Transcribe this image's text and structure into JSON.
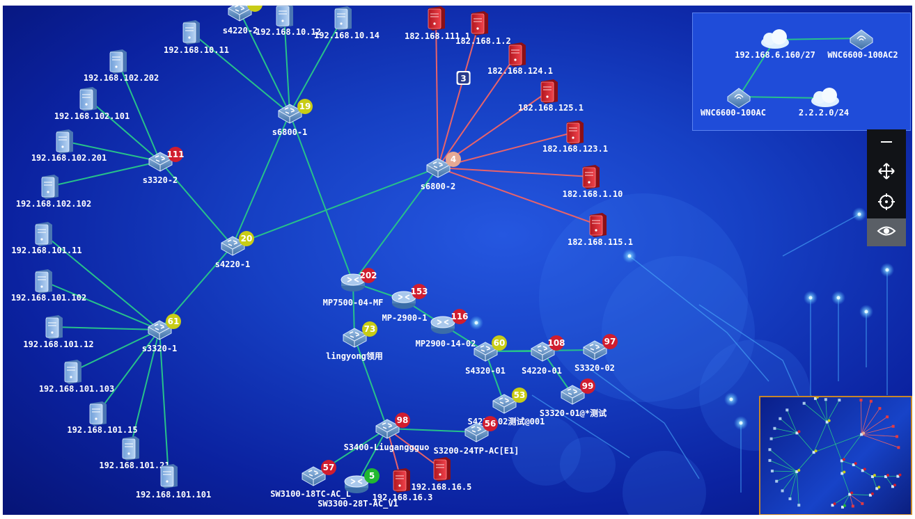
{
  "colors": {
    "link_normal": "#27c18a",
    "link_alarm": "#e8636a",
    "badge_red": "#d01d2f",
    "badge_yellow": "#c8cc16",
    "badge_green": "#21b830",
    "badge_peach": "#e6a994"
  },
  "nodes": [
    {
      "id": "s6800-1",
      "label": "s6800-1",
      "type": "switch",
      "badge": {
        "value": "19",
        "color": "yellow"
      }
    },
    {
      "id": "s6800-2",
      "label": "s6800-2",
      "type": "switch",
      "badge": {
        "value": "4",
        "color": "peach"
      }
    },
    {
      "id": "s4220-1",
      "label": "s4220-1",
      "type": "switch",
      "badge": {
        "value": "20",
        "color": "yellow"
      }
    },
    {
      "id": "s4220-2",
      "label": "s4220-2",
      "type": "switch",
      "badge": {
        "value": "",
        "color": "yellow"
      }
    },
    {
      "id": "s3320-2",
      "label": "s3320-2",
      "type": "switch",
      "badge": {
        "value": "111",
        "color": "red"
      }
    },
    {
      "id": "s3320-1",
      "label": "s3320-1",
      "type": "switch",
      "badge": {
        "value": "61",
        "color": "yellow"
      }
    },
    {
      "id": "mp7500",
      "label": "MP7500-04-MF",
      "type": "router",
      "badge": {
        "value": "202",
        "color": "red"
      }
    },
    {
      "id": "mp2900-1",
      "label": "MP-2900-1",
      "type": "router",
      "badge": {
        "value": "153",
        "color": "red"
      }
    },
    {
      "id": "mp2900-14",
      "label": "MP2900-14-02",
      "type": "router",
      "badge": {
        "value": "116",
        "color": "red"
      }
    },
    {
      "id": "lingyong",
      "label": "lingyong领用",
      "type": "switch",
      "badge": {
        "value": "73",
        "color": "yellow"
      }
    },
    {
      "id": "s4320-01",
      "label": "S4320-01",
      "type": "switch",
      "badge": {
        "value": "60",
        "color": "yellow"
      }
    },
    {
      "id": "S4220-01",
      "label": "S4220-01",
      "type": "switch",
      "badge": {
        "value": "108",
        "color": "red"
      }
    },
    {
      "id": "s3320-02",
      "label": "S3320-02",
      "type": "switch",
      "badge": {
        "value": "97",
        "color": "red"
      }
    },
    {
      "id": "s3320-01",
      "label": "S3320-01@*测试",
      "type": "switch",
      "badge": {
        "value": "99",
        "color": "red"
      }
    },
    {
      "id": "s4220-02",
      "label": "S4220-02测试@001",
      "type": "switch",
      "badge": {
        "value": "53",
        "color": "yellow"
      }
    },
    {
      "id": "s3400",
      "label": "S3400-Liuganggguo",
      "type": "switch",
      "badge": {
        "value": "98",
        "color": "red"
      }
    },
    {
      "id": "s3200",
      "label": "S3200-24TP-AC[E1]",
      "type": "switch",
      "badge": {
        "value": "56",
        "color": "red"
      }
    },
    {
      "id": "sw3100",
      "label": "SW3100-18TC-AC_L",
      "type": "switch",
      "badge": {
        "value": "57",
        "color": "red"
      }
    },
    {
      "id": "sw3300",
      "label": "SW3300-28T-AC_V1",
      "type": "router",
      "badge": {
        "value": "5",
        "color": "green"
      }
    },
    {
      "id": "srv-16-3",
      "label": "192.168.16.3",
      "type": "server-red"
    },
    {
      "id": "srv-16-5",
      "label": "192.168.16.5",
      "type": "server-red"
    },
    {
      "id": "srv-111-1",
      "label": "182.168.111.1",
      "type": "server-red"
    },
    {
      "id": "srv-1-2",
      "label": "182.168.1.2",
      "type": "server-red"
    },
    {
      "id": "srv-124-1",
      "label": "182.168.124.1",
      "type": "server-red"
    },
    {
      "id": "srv-125-1",
      "label": "182.168.125.1",
      "type": "server-red"
    },
    {
      "id": "srv-123-1",
      "label": "182.168.123.1",
      "type": "server-red"
    },
    {
      "id": "srv-1-10",
      "label": "182.168.1.10",
      "type": "server-red"
    },
    {
      "id": "srv-115-1",
      "label": "182.168.115.1",
      "type": "server-red"
    },
    {
      "id": "srv-10-11",
      "label": "192.168.10.11",
      "type": "server-blue"
    },
    {
      "id": "srv-10-12",
      "label": "192.168.10.12",
      "type": "server-blue"
    },
    {
      "id": "srv-10-14",
      "label": "192.168.10.14",
      "type": "server-blue"
    },
    {
      "id": "srv-102-202",
      "label": "192.168.102.202",
      "type": "server-blue"
    },
    {
      "id": "srv-102-101",
      "label": "192.168.102.101",
      "type": "server-blue"
    },
    {
      "id": "srv-102-201",
      "label": "192.168.102.201",
      "type": "server-blue"
    },
    {
      "id": "srv-102-102",
      "label": "192.168.102.102",
      "type": "server-blue"
    },
    {
      "id": "srv-101-11",
      "label": "192.168.101.11",
      "type": "server-blue"
    },
    {
      "id": "srv-101-102",
      "label": "192.168.101.102",
      "type": "server-blue"
    },
    {
      "id": "srv-101-12",
      "label": "192.168.101.12",
      "type": "server-blue"
    },
    {
      "id": "srv-101-103",
      "label": "192.168.101.103",
      "type": "server-blue"
    },
    {
      "id": "srv-101-15",
      "label": "192.168.101.15",
      "type": "server-blue"
    },
    {
      "id": "srv-101-21",
      "label": "192.168.101.21",
      "type": "server-blue"
    },
    {
      "id": "srv-101-101",
      "label": "192.168.101.101",
      "type": "server-blue"
    }
  ],
  "links": [
    {
      "from": "s6800-1",
      "to": "s4220-2",
      "status": "normal"
    },
    {
      "from": "s6800-1",
      "to": "srv-10-11",
      "status": "normal"
    },
    {
      "from": "s6800-1",
      "to": "srv-10-12",
      "status": "normal"
    },
    {
      "from": "s6800-1",
      "to": "srv-10-14",
      "status": "normal"
    },
    {
      "from": "s6800-1",
      "to": "s4220-1",
      "status": "normal"
    },
    {
      "from": "s6800-1",
      "to": "mp7500",
      "status": "normal"
    },
    {
      "from": "s6800-2",
      "to": "s4220-1",
      "status": "normal"
    },
    {
      "from": "s6800-2",
      "to": "mp7500",
      "status": "normal"
    },
    {
      "from": "s6800-2",
      "to": "srv-111-1",
      "status": "alarm"
    },
    {
      "from": "s6800-2",
      "to": "srv-1-2",
      "status": "alarm",
      "label": "3"
    },
    {
      "from": "s6800-2",
      "to": "srv-124-1",
      "status": "alarm"
    },
    {
      "from": "s6800-2",
      "to": "srv-125-1",
      "status": "alarm"
    },
    {
      "from": "s6800-2",
      "to": "srv-123-1",
      "status": "alarm"
    },
    {
      "from": "s6800-2",
      "to": "srv-1-10",
      "status": "alarm"
    },
    {
      "from": "s6800-2",
      "to": "srv-115-1",
      "status": "alarm"
    },
    {
      "from": "s4220-1",
      "to": "s3320-2",
      "status": "normal"
    },
    {
      "from": "s4220-1",
      "to": "s3320-1",
      "status": "normal"
    },
    {
      "from": "s3320-2",
      "to": "srv-102-202",
      "status": "normal"
    },
    {
      "from": "s3320-2",
      "to": "srv-102-101",
      "status": "normal"
    },
    {
      "from": "s3320-2",
      "to": "srv-102-201",
      "status": "normal"
    },
    {
      "from": "s3320-2",
      "to": "srv-102-102",
      "status": "normal"
    },
    {
      "from": "s3320-1",
      "to": "srv-101-11",
      "status": "normal"
    },
    {
      "from": "s3320-1",
      "to": "srv-101-102",
      "status": "normal"
    },
    {
      "from": "s3320-1",
      "to": "srv-101-12",
      "status": "normal"
    },
    {
      "from": "s3320-1",
      "to": "srv-101-103",
      "status": "normal"
    },
    {
      "from": "s3320-1",
      "to": "srv-101-15",
      "status": "normal"
    },
    {
      "from": "s3320-1",
      "to": "srv-101-21",
      "status": "normal"
    },
    {
      "from": "s3320-1",
      "to": "srv-101-101",
      "status": "normal"
    },
    {
      "from": "mp7500",
      "to": "mp2900-1",
      "status": "normal"
    },
    {
      "from": "mp7500",
      "to": "lingyong",
      "status": "normal"
    },
    {
      "from": "mp2900-1",
      "to": "mp2900-14",
      "status": "normal"
    },
    {
      "from": "mp2900-14",
      "to": "s4320-01",
      "status": "normal"
    },
    {
      "from": "s4320-01",
      "to": "S4220-01",
      "status": "normal"
    },
    {
      "from": "s4320-01",
      "to": "s3320-02",
      "status": "normal"
    },
    {
      "from": "s4320-01",
      "to": "s4220-02",
      "status": "normal"
    },
    {
      "from": "S4220-01",
      "to": "s3320-01",
      "status": "normal"
    },
    {
      "from": "lingyong",
      "to": "s3400",
      "status": "normal"
    },
    {
      "from": "s3400",
      "to": "s3200",
      "status": "normal"
    },
    {
      "from": "s3400",
      "to": "sw3100",
      "status": "normal"
    },
    {
      "from": "s3400",
      "to": "sw3300",
      "status": "normal"
    },
    {
      "from": "s3400",
      "to": "srv-16-3",
      "status": "alarm"
    },
    {
      "from": "s3400",
      "to": "srv-16-5",
      "status": "alarm"
    }
  ],
  "inset": {
    "nodes": [
      {
        "id": "cloud-6-160",
        "label": "192.168.6.160/27",
        "type": "cloud"
      },
      {
        "id": "wnc2",
        "label": "WNC6600-100AC2",
        "type": "wireless"
      },
      {
        "id": "wnc1",
        "label": "WNC6600-100AC",
        "type": "wireless"
      },
      {
        "id": "cloud-2-2",
        "label": "2.2.2.0/24",
        "type": "cloud"
      }
    ],
    "links": [
      [
        "cloud-6-160",
        "wnc2"
      ],
      [
        "cloud-6-160",
        "wnc1"
      ],
      [
        "wnc1",
        "cloud-2-2"
      ]
    ]
  },
  "toolbar": [
    {
      "name": "collapse-button",
      "icon": "minus-icon",
      "active": false
    },
    {
      "name": "pan-button",
      "icon": "move-icon",
      "active": false
    },
    {
      "name": "locate-button",
      "icon": "crosshair-icon",
      "active": false
    },
    {
      "name": "view-button",
      "icon": "eye-icon",
      "active": true
    }
  ],
  "minimap": {
    "title": ""
  }
}
